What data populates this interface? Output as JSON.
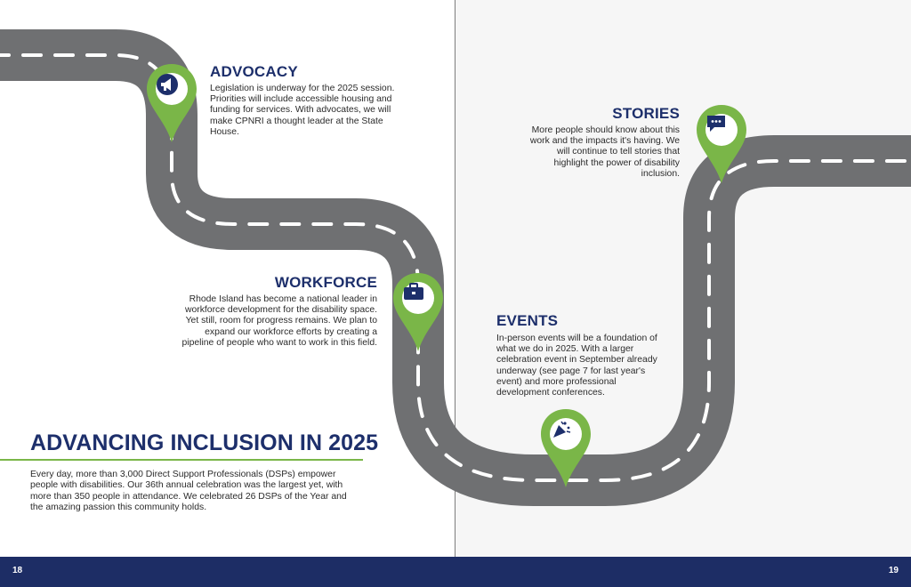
{
  "page_left": {
    "number": "18"
  },
  "page_right": {
    "number": "19"
  },
  "main": {
    "title": "ADVANCING INCLUSION IN 2025",
    "intro": "Every day, more than 3,000 Direct Support Professionals (DSPs) empower people with disabilities. Our 36th annual celebration was the largest yet, with more than 350 people in attendance. We celebrated 26 DSPs of the Year and the amazing passion this community holds."
  },
  "milestones": {
    "advocacy": {
      "title": "ADVOCACY",
      "body": "Legislation is underway for the 2025 session. Priorities will include accessible housing and funding for services. With advocates, we will make CPNRI a thought leader at the State House.",
      "icon": "megaphone-icon"
    },
    "workforce": {
      "title": "WORKFORCE",
      "body": "Rhode Island has become a national leader in workforce development for the disability space. Yet still, room for progress remains. We plan to expand our workforce efforts by creating a pipeline of people who want to work in this field.",
      "icon": "briefcase-icon"
    },
    "events": {
      "title": "EVENTS",
      "body": "In-person events will be a foundation of what we do in 2025. With a larger celebration event in September already underway (see page 7 for last year's event) and more professional development conferences.",
      "icon": "party-popper-icon"
    },
    "stories": {
      "title": "STORIES",
      "body": "More people should know about this work and the impacts it's having. We will continue to tell stories that highlight the power of disability inclusion.",
      "icon": "speech-bubble-icon"
    }
  },
  "colors": {
    "navy": "#1d2f6b",
    "footer": "#1d2d65",
    "pin_green": "#7ab648",
    "road": "#6f7072",
    "rule_green": "#7ab648"
  }
}
